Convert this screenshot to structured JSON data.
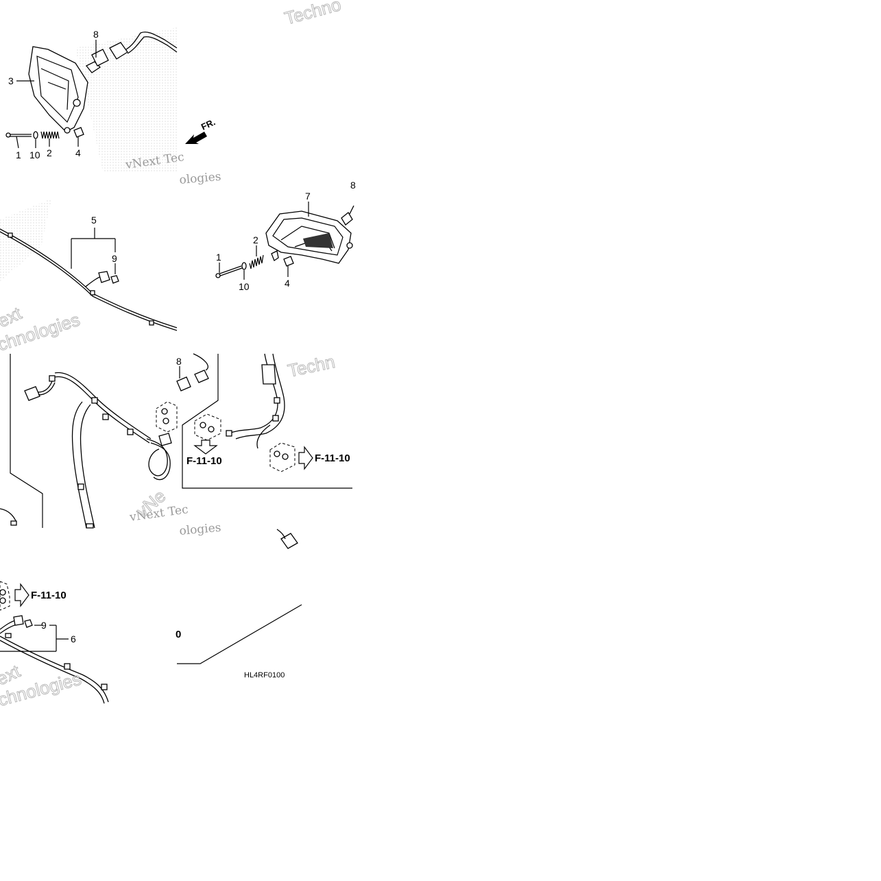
{
  "callouts": {
    "p1": "1",
    "p2": "2",
    "p3": "3",
    "p4": "4",
    "p5": "5",
    "p6": "6",
    "p7": "7",
    "p8": "8",
    "p9": "9",
    "p10": "10"
  },
  "references": {
    "ref_a": "F-11-10",
    "ref_b": "F-11-10",
    "ref_c": "F-11-10",
    "ref_partial": "0"
  },
  "direction_label": "FR.",
  "diagram_code": "HL4RF0100",
  "watermarks": {
    "w1": "vNext Tec",
    "w2": "ologies",
    "w3": "Techno",
    "w4": "vNe",
    "w5": "ext",
    "w6": "chnologies",
    "w7": "vNext Tec",
    "w8": "ologies",
    "w9": "Techn",
    "w10": "ext",
    "w11": "chnologies"
  }
}
